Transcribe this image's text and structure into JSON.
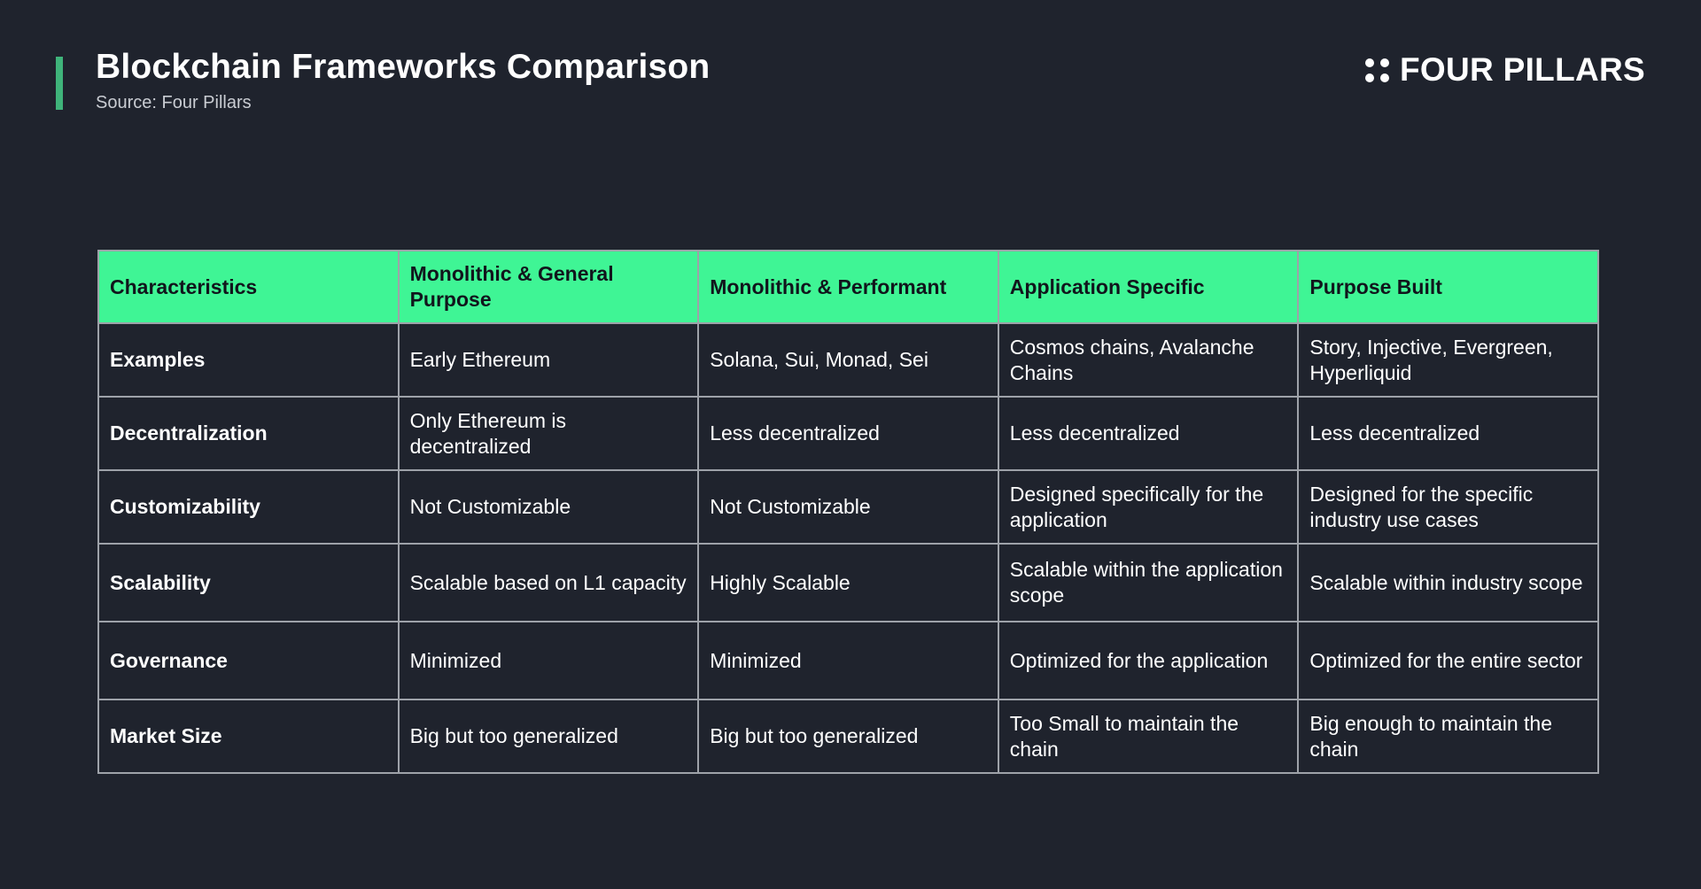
{
  "header": {
    "title": "Blockchain Frameworks Comparison",
    "subtitle": "Source: Four Pillars",
    "brand": "FOUR PILLARS"
  },
  "colors": {
    "background": "#1f232d",
    "accent_bar": "#3fb37a",
    "table_header": "#3ff595",
    "border": "#9ea2a9"
  },
  "table": {
    "columns": [
      "Characteristics",
      "Monolithic & General Purpose",
      "Monolithic & Performant",
      "Application Specific",
      "Purpose Built"
    ],
    "rows": [
      [
        "Examples",
        "Early Ethereum",
        "Solana, Sui, Monad, Sei",
        "Cosmos chains, Avalanche Chains",
        "Story, Injective, Evergreen, Hyperliquid"
      ],
      [
        "Decentralization",
        "Only Ethereum is decentralized",
        "Less decentralized",
        "Less decentralized",
        "Less decentralized"
      ],
      [
        "Customizability",
        "Not Customizable",
        "Not Customizable",
        "Designed specifically for the application",
        "Designed for the specific industry use cases"
      ],
      [
        "Scalability",
        "Scalable based on L1 capacity",
        "Highly Scalable",
        "Scalable within the application scope",
        "Scalable within industry scope"
      ],
      [
        "Governance",
        "Minimized",
        "Minimized",
        "Optimized for the application",
        "Optimized for the entire sector"
      ],
      [
        "Market Size",
        "Big but too generalized",
        "Big but too generalized",
        "Too Small to maintain the chain",
        "Big enough to maintain the chain"
      ]
    ]
  }
}
